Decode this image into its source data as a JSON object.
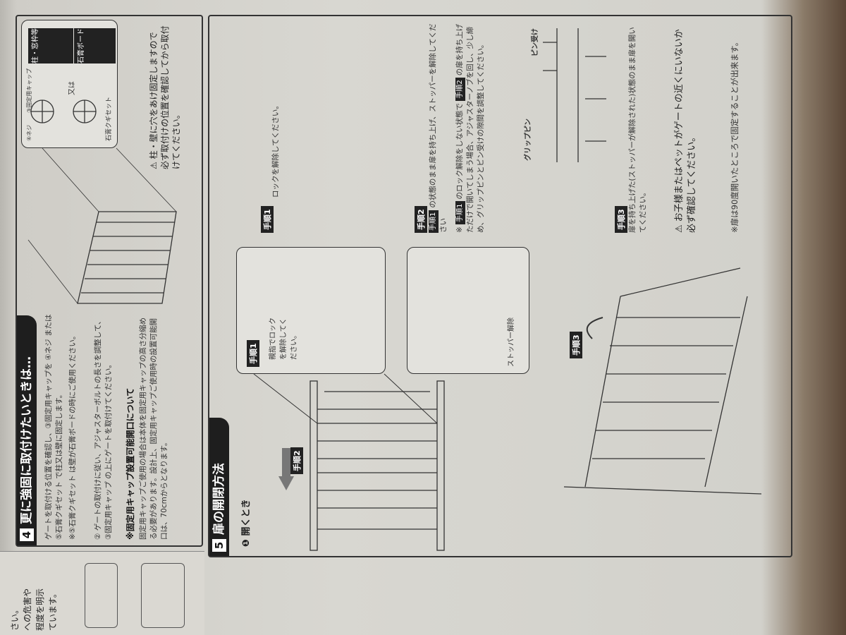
{
  "section4": {
    "number": "4",
    "title": "更に強固に取付けたいときは…",
    "paragraph1": "ゲートを取付ける位置を確認し、③固定用キャップを ④ネジ または ⑤石膏クギセット で柱又は壁に固定します。",
    "paragraph2": "※⑤石膏クギセット は壁が石膏ボードの時にご使用ください。",
    "paragraph3": "② ゲートの取付けに従い、アジャスターボルトの長さを調整して、③固定用キャップ の上にゲートを取付けてください。",
    "cap_heading": "※固定用キャップ設置可能開口について",
    "cap_text": "固定用キャップご使用の場合は本体を固定用キャップの高さ分縮める必要があります。設計上、固定用キャップご使用時の設置可能開口は、70cmからとなります。",
    "diagram": {
      "screw_label": "④ネジ",
      "cap_label": "③固定用キャップ",
      "pillar_label": "柱・窓枠等",
      "or_label": "又は",
      "board_label": "石膏ボード",
      "nail_label": "石膏クギセット"
    },
    "warning": "柱・壁に穴をあけ固定しますので必ず取付けの位置を確認してから取付けてください。"
  },
  "section5": {
    "number": "5",
    "title": "扉の開閉方法",
    "sub_number": "❶",
    "sub_title": "開くとき",
    "inset1_tag": "手順1",
    "inset1_text": "親指でロックを解除してください。",
    "inset2_text": "ストッパー解除",
    "gate_tag2": "手順2",
    "gate_tag3": "手順3",
    "steps": [
      {
        "tag": "手順1",
        "text": "ロックを解除してください。"
      },
      {
        "tag": "手順2",
        "ref": "手順1",
        "text": "の状態のまま扉を持ち上げ、ストッパーを解除してください"
      },
      {
        "tag": "手順3",
        "text": "扉を持ち上げた(ストッパーが解除された)状態のまま扉を開いてください。"
      }
    ],
    "note": {
      "prefix": "※",
      "ref1": "手順1",
      "text1": "のロック解除をしない状態で",
      "ref2": "手順2",
      "text2": "の扉を持ち上げただけで開いてしまう場合、アジャスターノブを回し、少し締め、グリップピンとピン受けの隙間を調整してください。"
    },
    "grip_pin_label": "グリップピン",
    "pin_receiver_label": "ピン受け",
    "warning": "お子様またはペットがゲートの近くにいないか必ず確認してください。",
    "note2": "※扉は90度開いたところで固定することが出来ます。"
  },
  "adjacent_page": {
    "fragments": [
      "さい。",
      "への危害や",
      "程度を明示",
      "ています。"
    ]
  }
}
